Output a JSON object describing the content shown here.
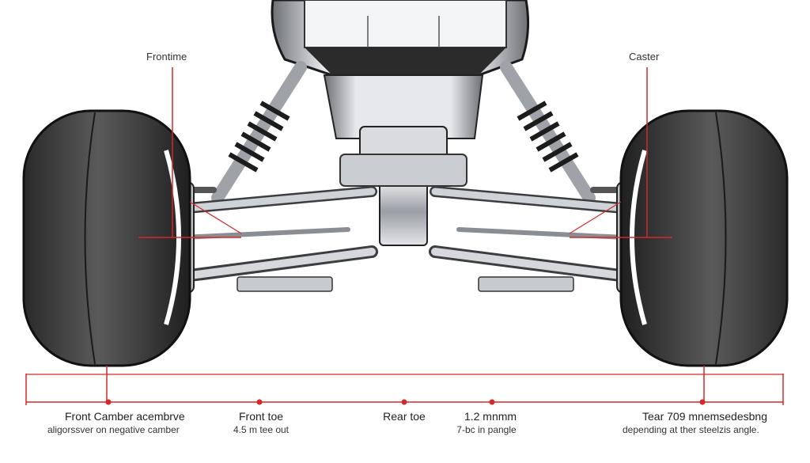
{
  "labels": {
    "top_left": "Frontime",
    "top_right": "Caster"
  },
  "captions": [
    {
      "title": "Front Camber acembrve",
      "detail": "aligorssver on negative camber"
    },
    {
      "title": "Front toe",
      "detail": "4.5 m tee out"
    },
    {
      "title": "Rear toe",
      "detail": ""
    },
    {
      "title": "1.2 mnmm",
      "detail": "7-bc in pangle"
    },
    {
      "title": "Tear 709 mnemsedesbng",
      "detail": "depending at ther steelzis angle."
    }
  ],
  "colors": {
    "dimension_line": "#d62828",
    "tire": "#3a3a3a",
    "metal": "#b8bcc2",
    "background": "#ffffff"
  }
}
